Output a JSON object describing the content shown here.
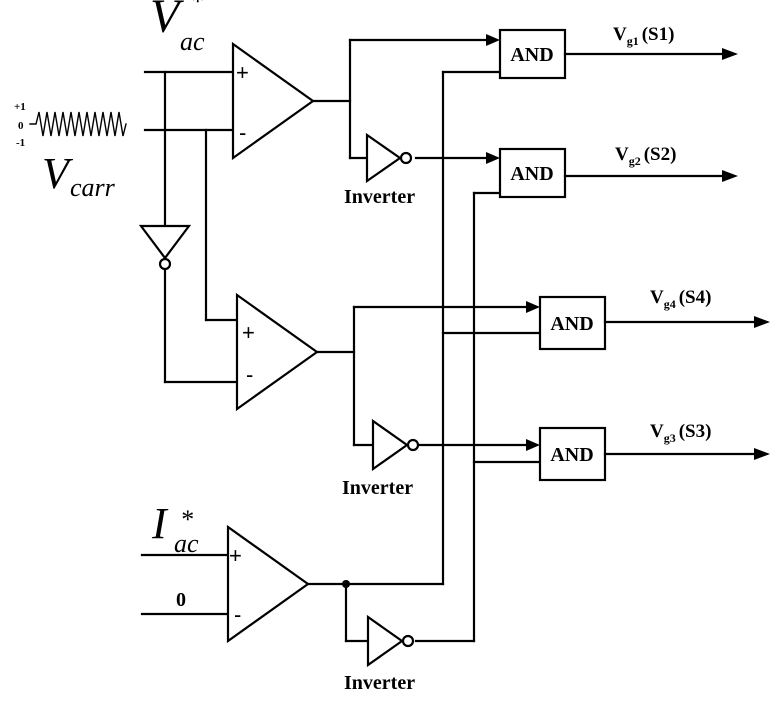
{
  "inputs": {
    "vac": {
      "main": "V",
      "sup": "*",
      "sub": "ac"
    },
    "vcarr": {
      "main": "V",
      "sub": "carr"
    },
    "iac": {
      "main": "I",
      "sup": "*",
      "sub": "ac"
    },
    "zero": "0",
    "carrier_ticks": [
      "+1",
      "0",
      "-1"
    ]
  },
  "comparator_signs": {
    "plus": "+",
    "minus": "-"
  },
  "inverter_label": "Inverter",
  "gates": [
    {
      "label": "AND",
      "output": {
        "main": "V",
        "sub": "g1",
        "suffix": "(S1)"
      }
    },
    {
      "label": "AND",
      "output": {
        "main": "V",
        "sub": "g2",
        "suffix": "(S2)"
      }
    },
    {
      "label": "AND",
      "output": {
        "main": "V",
        "sub": "g4",
        "suffix": "(S4)"
      }
    },
    {
      "label": "AND",
      "output": {
        "main": "V",
        "sub": "g3",
        "suffix": "(S3)"
      }
    }
  ]
}
